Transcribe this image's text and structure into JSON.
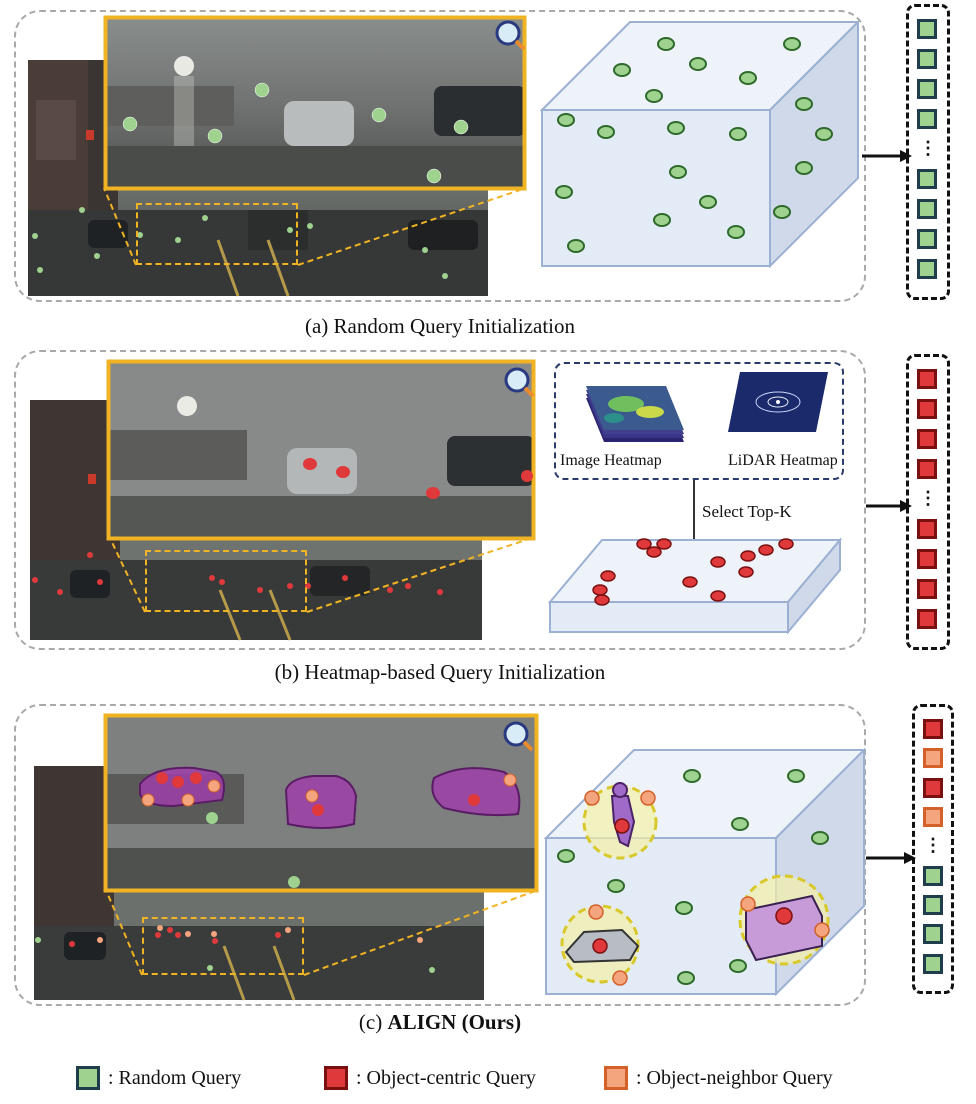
{
  "panels": [
    {
      "caption_prefix": "(a)",
      "caption": "Random Query Initialization",
      "query_column": [
        "green",
        "green",
        "green",
        "green",
        "dots",
        "green",
        "green",
        "green",
        "green"
      ]
    },
    {
      "caption_prefix": "(b)",
      "caption": "Heatmap-based Query Initialization",
      "query_column": [
        "red",
        "red",
        "red",
        "red",
        "dots",
        "red",
        "red",
        "red",
        "red"
      ],
      "heatmaps": {
        "image": "Image Heatmap",
        "lidar": "LiDAR Heatmap",
        "select": "Select Top-K"
      }
    },
    {
      "caption_prefix": "(c)",
      "caption": "ALIGN (Ours)",
      "query_column": [
        "red",
        "orange",
        "red",
        "orange",
        "dots",
        "green",
        "green",
        "green",
        "green"
      ]
    }
  ],
  "vertical_ellipsis": "⋮",
  "legend": [
    {
      "label": ": Random Query",
      "color": "#9fd18f"
    },
    {
      "label": ": Object-centric Query",
      "color": "#e0393b"
    },
    {
      "label": ": Object-neighbor Query",
      "color": "#f5a57e"
    }
  ],
  "colors": {
    "random": "#9fd18f",
    "object_centric": "#e0393b",
    "object_neighbor": "#f5a57e",
    "cube_face": "#e3ebf7",
    "cube_edge": "#9bb0d3",
    "zoom_frame": "#f0b323"
  }
}
